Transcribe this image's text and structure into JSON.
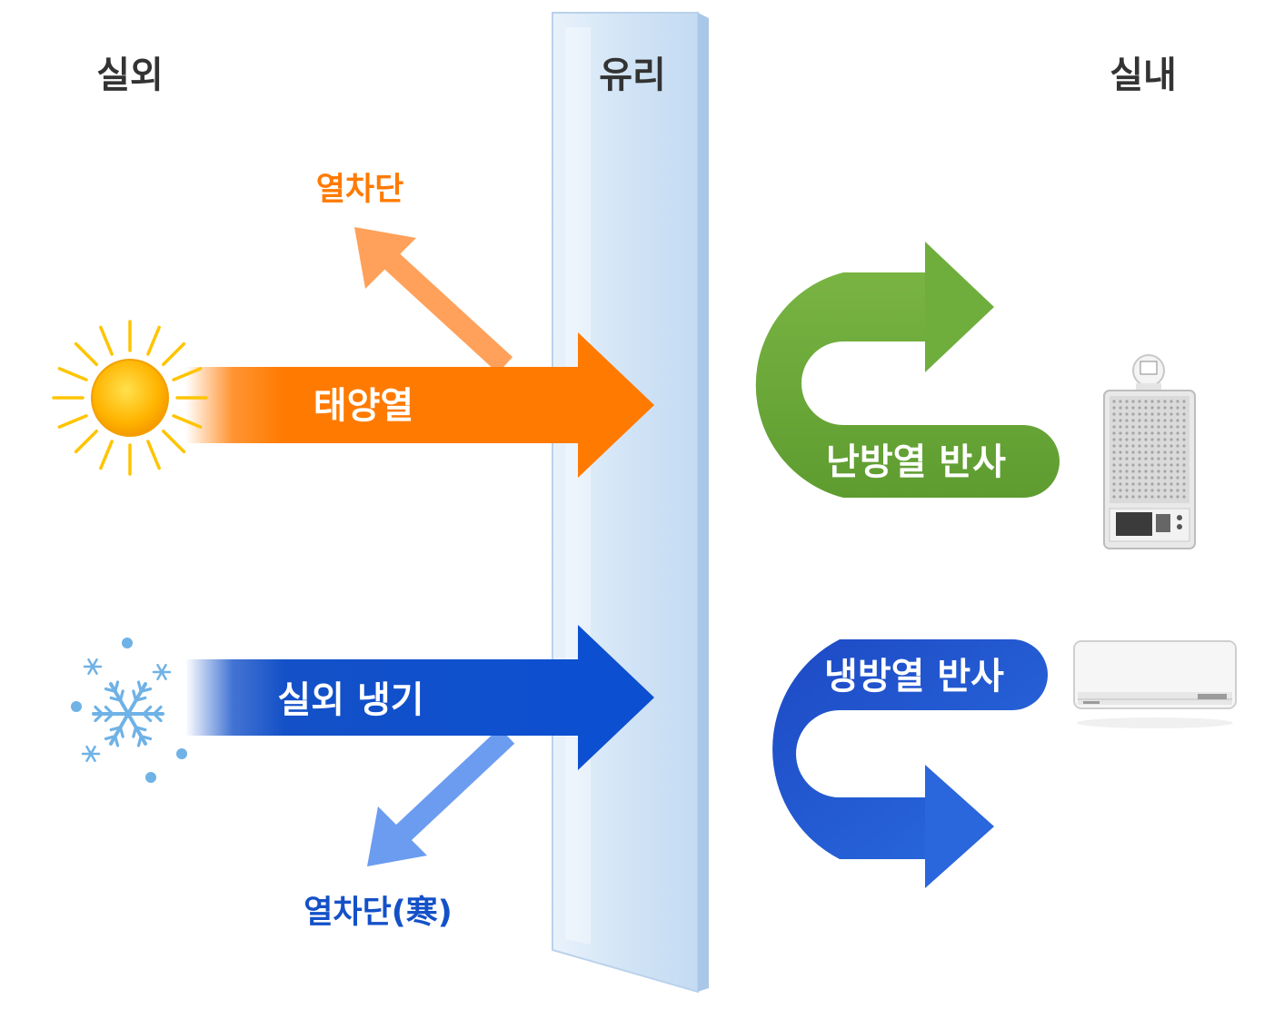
{
  "headers": {
    "outdoor": "실외",
    "glass": "유리",
    "indoor": "실내"
  },
  "labels": {
    "heat_block": "열차단",
    "solar_heat": "태양열",
    "heating_reflect": "난방열 반사",
    "outdoor_cold": "실외 냉기",
    "cooling_reflect": "냉방열 반사",
    "cold_block": "열차단(寒)"
  },
  "colors": {
    "orange": "#ff7a00",
    "orange_light": "#ffa15a",
    "green": "#68a83a",
    "blue": "#1451c8",
    "blue_light": "#6b9cf0",
    "text_dark": "#333333",
    "glass": "#dbe9f8"
  },
  "icons": {
    "sun": "sun-icon",
    "snow": "snowflake-icon",
    "heater": "heater-icon",
    "aircon": "air-conditioner-icon"
  }
}
